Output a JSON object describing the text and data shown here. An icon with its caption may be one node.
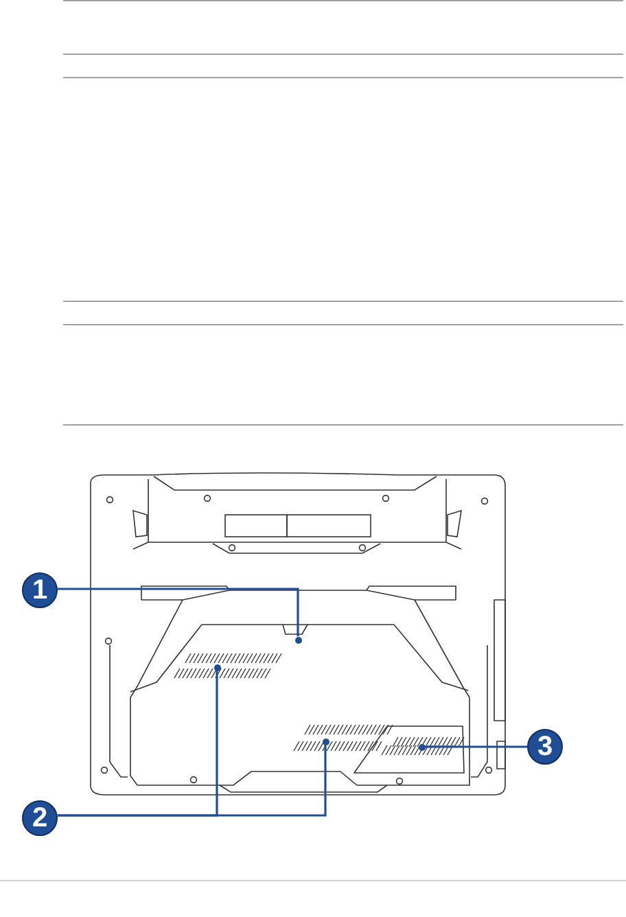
{
  "diagram": {
    "nodes": [
      {
        "text": [
          "1"
        ]
      },
      {
        "text": [
          "2"
        ]
      },
      {
        "text": [
          "3"
        ]
      },
      {
        "text": [],
        "shape": "circle"
      },
      {
        "text": [],
        "shape": "circle"
      },
      {
        "text": [],
        "shape": "circle"
      },
      {
        "text": [],
        "shape": "circle"
      }
    ],
    "edges": [
      {
        "from": 0,
        "to": 3,
        "arrow": "none"
      },
      {
        "from": 1,
        "to": 4,
        "arrow": "none"
      },
      {
        "from": 1,
        "to": 5,
        "arrow": "none"
      },
      {
        "from": 2,
        "to": 6,
        "arrow": "none"
      }
    ]
  }
}
